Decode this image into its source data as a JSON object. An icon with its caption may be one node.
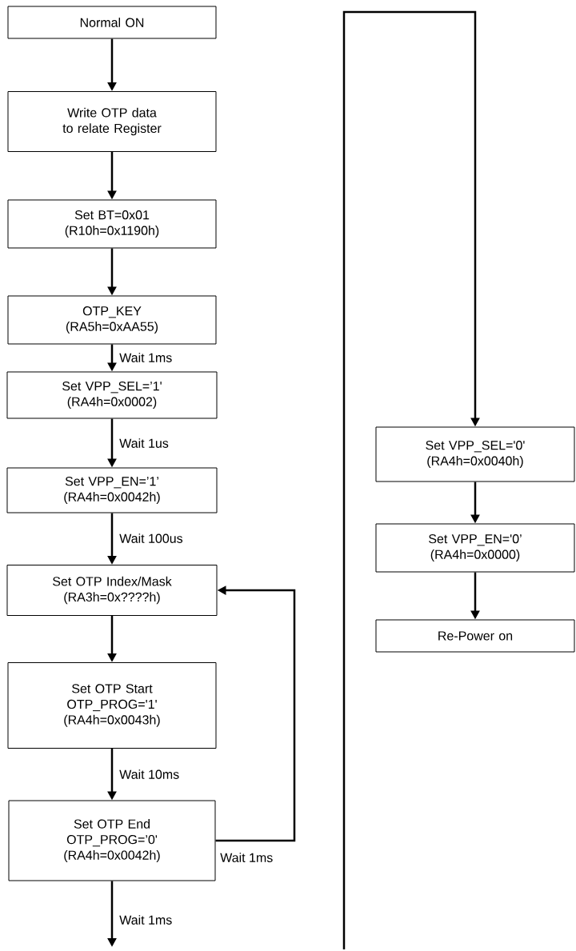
{
  "diagram": {
    "nodes": [
      {
        "text": [
          "Normal ON"
        ]
      },
      {
        "text": [
          "Write OTP data to relate Register"
        ]
      },
      {
        "text": [
          "Set BT=0x01",
          "(R10h=0x1190h)"
        ]
      },
      {
        "text": [
          "OTP_KEY",
          "(RA5h=0xAA55)"
        ]
      },
      {
        "text": [
          "Set VPP_SEL=’1'",
          "(RA4h=0x0002)"
        ]
      },
      {
        "text": [
          "Set VPP_EN=’1’",
          "(RA4h=0x0042h)"
        ]
      },
      {
        "text": [
          "Set OTP Index/Mask",
          "(RA3h=0x????h)"
        ]
      },
      {
        "text": [
          "Set OTP Start",
          "OTP_PROG='1'",
          "(RA4h=0x0043h)"
        ]
      },
      {
        "text": [
          "Set OTP End",
          "OTP_PROG=’0'",
          "(RA4h=0x0042h)"
        ]
      },
      {
        "text": [
          "Set VPP_SEL='0'",
          "(RA4h=0x0040h)"
        ]
      },
      {
        "text": [
          "Set VPP_EN='0’",
          "(RA4h=0x0000)"
        ]
      },
      {
        "text": [
          "Re-Power on"
        ]
      }
    ],
    "edges": [
      {
        "from": 0,
        "to": 1,
        "arrow": "to"
      },
      {
        "from": 1,
        "to": 2,
        "arrow": "to"
      },
      {
        "from": 2,
        "to": 3,
        "arrow": "to"
      },
      {
        "from": 3,
        "to": 4,
        "arrow": "to",
        "label": "Wait 1ms"
      },
      {
        "from": 4,
        "to": 5,
        "arrow": "to",
        "label": "Wait 1us"
      },
      {
        "from": 5,
        "to": 6,
        "arrow": "to",
        "label": "Wait 100us"
      },
      {
        "from": 6,
        "to": 7,
        "arrow": "to"
      },
      {
        "from": 7,
        "to": 8,
        "arrow": "to",
        "label": "Wait 10ms"
      },
      {
        "from": 8,
        "to": 6,
        "arrow": "to",
        "label": "Wait 1ms"
      },
      {
        "from": 8,
        "to": null,
        "arrow": "to",
        "label": "Wait 1ms"
      },
      {
        "from": null,
        "to": 9,
        "arrow": "to"
      },
      {
        "from": 9,
        "to": 10,
        "arrow": "to"
      },
      {
        "from": 10,
        "to": 11,
        "arrow": "to"
      }
    ]
  }
}
